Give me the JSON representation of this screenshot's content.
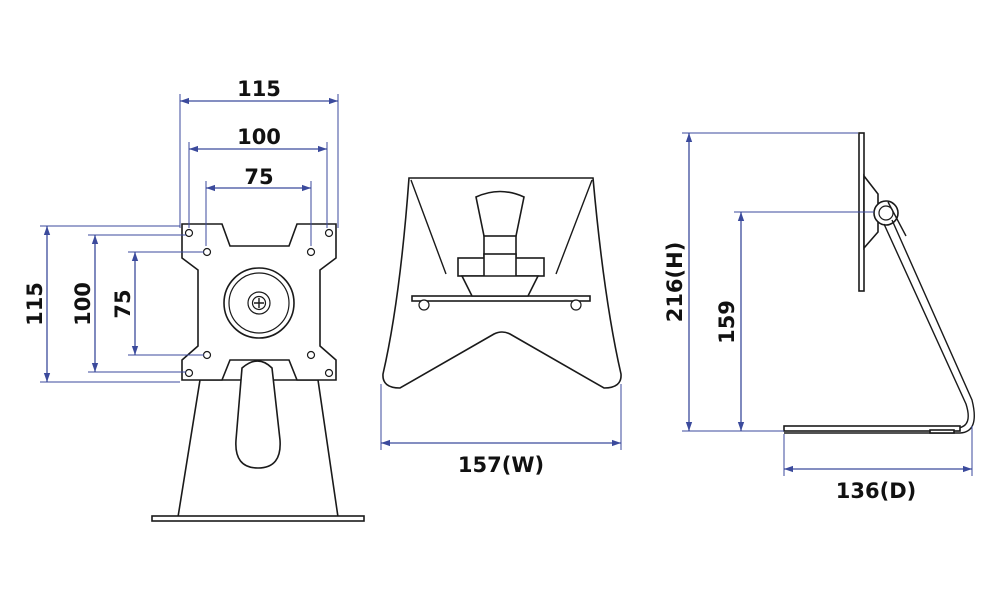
{
  "front_view": {
    "width_115": "115",
    "width_100": "100",
    "width_75": "75",
    "height_115": "115",
    "height_100": "100",
    "height_75": "75"
  },
  "rear_view": {
    "width": "157(W)"
  },
  "side_view": {
    "height": "216(H)",
    "height_159": "159",
    "depth": "136(D)"
  },
  "colors": {
    "dimension_line": "#3b4a9c",
    "outline": "#1a1a1a",
    "text": "#111111"
  }
}
